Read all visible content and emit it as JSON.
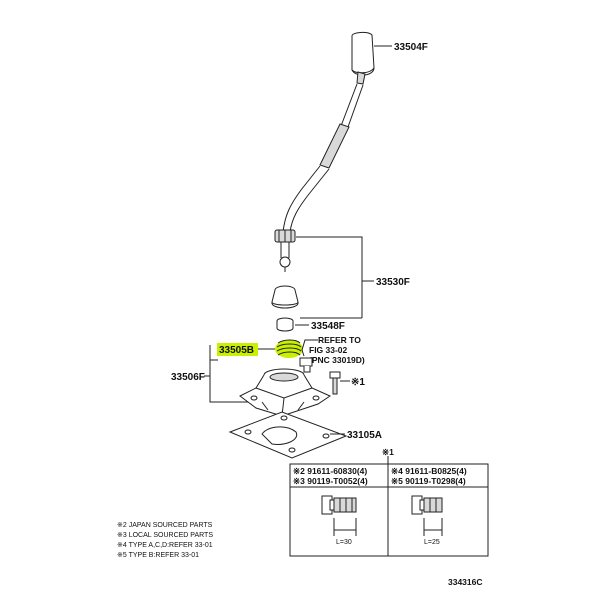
{
  "parts": {
    "knob": "33504F",
    "lever": "33530F",
    "bushing": "33548F",
    "spring": "33505B",
    "retainer": "33506F",
    "gasket": "33105A",
    "bolt_ref": "※1"
  },
  "refer": {
    "line1": "REFER TO",
    "line2": "FIG 33-02",
    "line3": "(PNC 33019D)"
  },
  "spec_table": {
    "col_marker": "※1",
    "left_rows": [
      "※2 91611-60830(4)",
      "※3 90119-T0052(4)"
    ],
    "right_rows": [
      "※4 91611-B0825(4)",
      "※5 90119-T0298(4)"
    ],
    "left_length": "L=30",
    "right_length": "L=25"
  },
  "notes": [
    "※2 JAPAN SOURCED PARTS",
    "※3 LOCAL SOURCED PARTS",
    "※4 TYPE A,C,D:REFER 33-01",
    "※5 TYPE B:REFER 33-01"
  ],
  "diagram_code": "334316C",
  "highlight_color": "#c8f000"
}
